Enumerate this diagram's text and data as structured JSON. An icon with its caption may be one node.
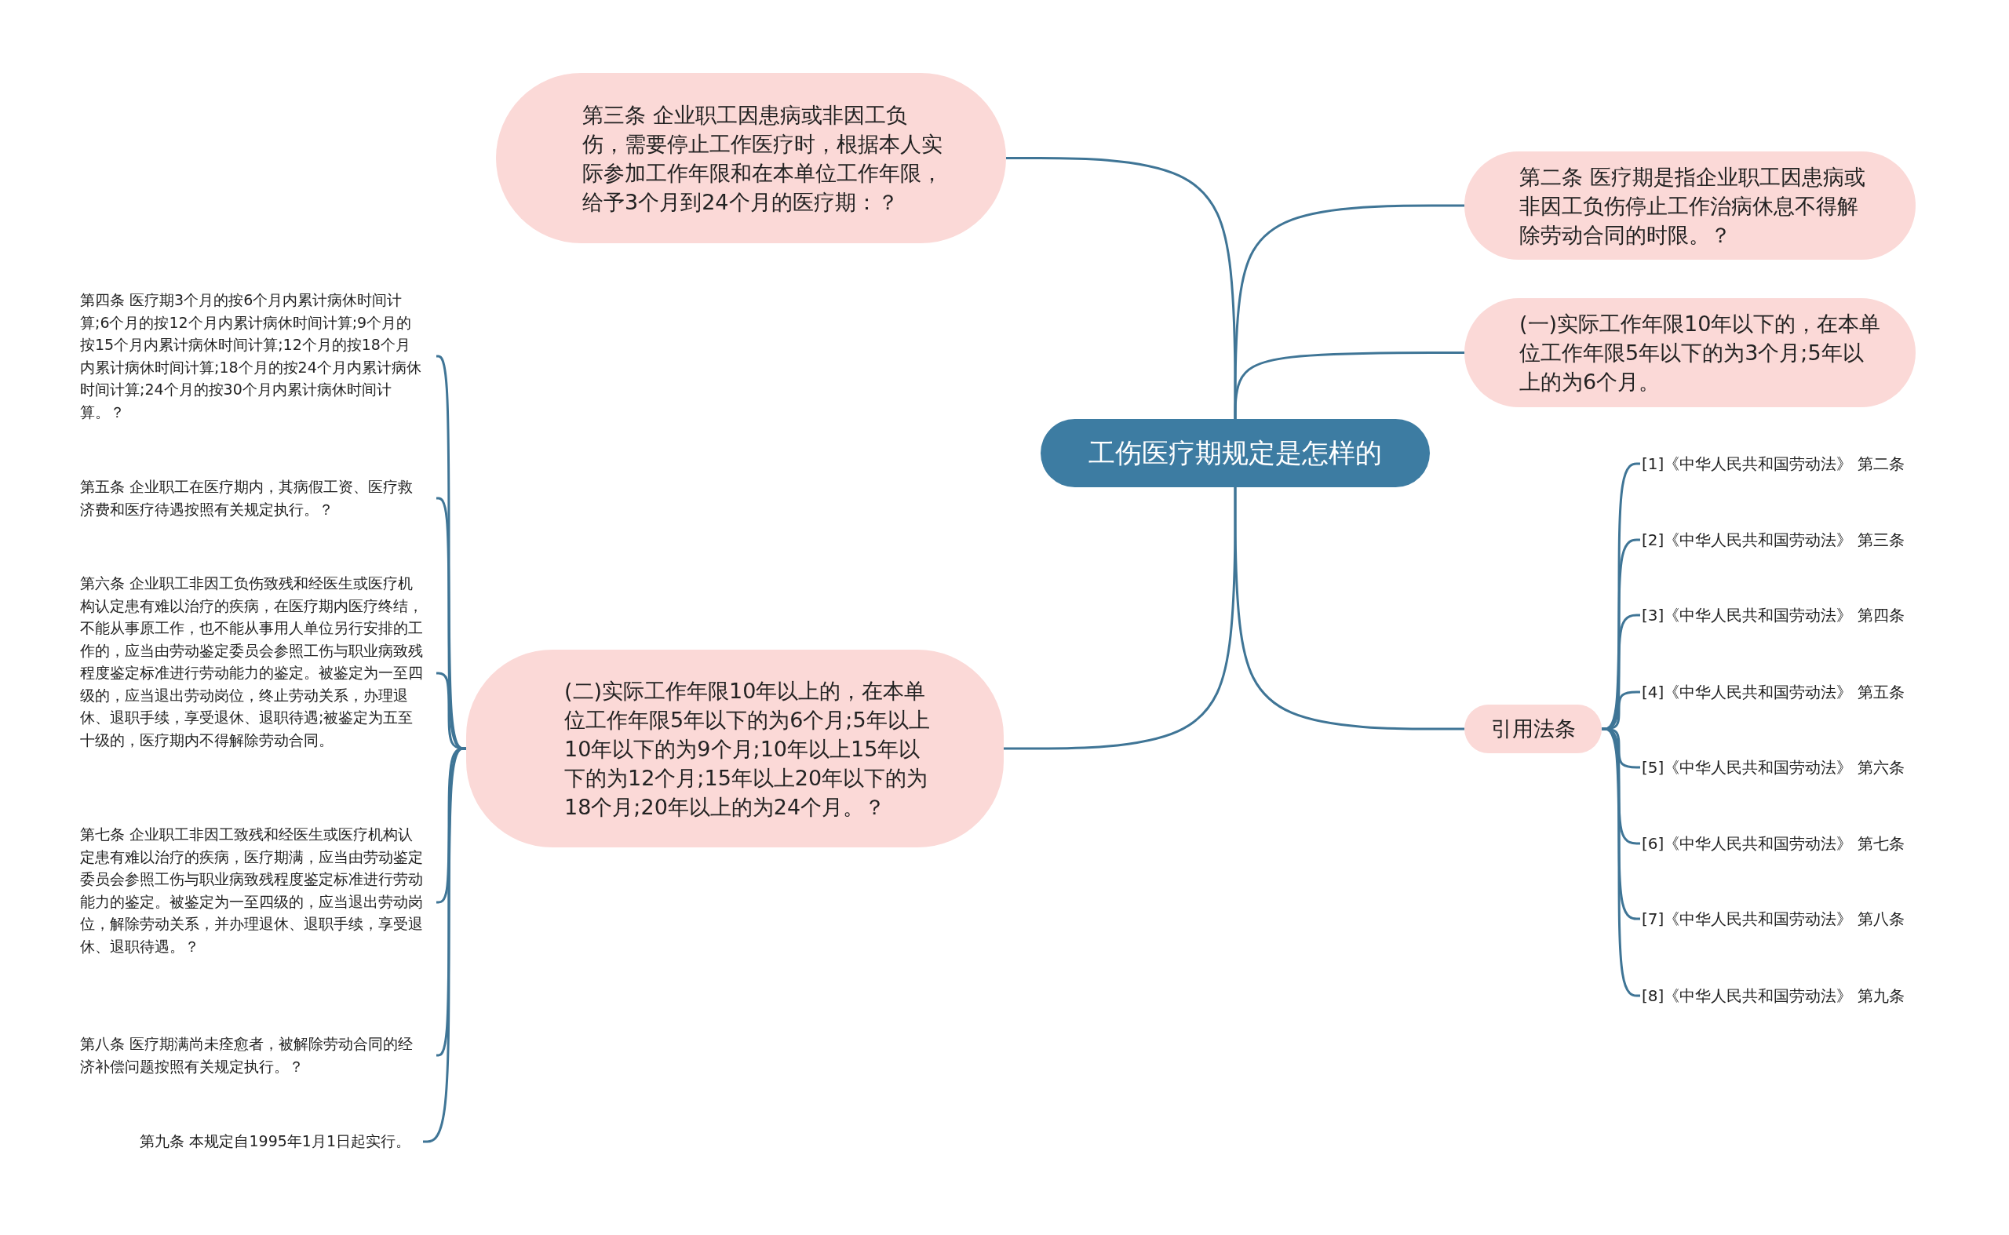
{
  "diagram": {
    "nodes": [
      {
        "text": [
          "工伤医疗期规定是怎样的"
        ]
      },
      {
        "text": [
          "第三条 企业职工因患病或非因工负伤，需要停止工作医疗时，根据本人实际参加工作年限和在本单位工作年限，给予3个月到24个月的医疗期：？"
        ]
      },
      {
        "text": [
          "(二)实际工作年限10年以上的，在本单位工作年限5年以下的为6个月;5年以上10年以下的为9个月;10年以上15年以下的为12个月;15年以上20年以下的为18个月;20年以上的为24个月。？"
        ]
      },
      {
        "text": [
          "第四条 医疗期3个月的按6个月内累计病休时间计算;6个月的按12个月内累计病休时间计算;9个月的按15个月内累计病休时间计算;12个月的按18个月内累计病休时间计算;18个月的按24个月内累计病休时间计算;24个月的按30个月内累计病休时间计算。？"
        ]
      },
      {
        "text": [
          "第五条 企业职工在医疗期内，其病假工资、医疗救济费和医疗待遇按照有关规定执行。？"
        ]
      },
      {
        "text": [
          "第六条 企业职工非因工负伤致残和经医生或医疗机构认定患有难以治疗的疾病，在医疗期内医疗终结，不能从事原工作，也不能从事用人单位另行安排的工作的，应当由劳动鉴定委员会参照工伤与职业病致残程度鉴定标准进行劳动能力的鉴定。被鉴定为一至四级的，应当退出劳动岗位，终止劳动关系，办理退休、退职手续，享受退休、退职待遇;被鉴定为五至十级的，医疗期内不得解除劳动合同。"
        ]
      },
      {
        "text": [
          "第七条 企业职工非因工致残和经医生或医疗机构认定患有难以治疗的疾病，医疗期满，应当由劳动鉴定委员会参照工伤与职业病致残程度鉴定标准进行劳动能力的鉴定。被鉴定为一至四级的，应当退出劳动岗位，解除劳动关系，并办理退休、退职手续，享受退休、退职待遇。？"
        ]
      },
      {
        "text": [
          "第八条 医疗期满尚未痊愈者，被解除劳动合同的经济补偿问题按照有关规定执行。？"
        ]
      },
      {
        "text": [
          "第九条 本规定自1995年1月1日起实行。"
        ]
      },
      {
        "text": [
          "第二条 医疗期是指企业职工因患病或非因工负伤停止工作治病休息不得解除劳动合同的时限。？"
        ]
      },
      {
        "text": [
          "(一)实际工作年限10年以下的，在本单位工作年限5年以下的为3个月;5年以上的为6个月。"
        ]
      },
      {
        "text": [
          "引用法条"
        ]
      },
      {
        "text": [
          "[1]《中华人民共和国劳动法》 第二条"
        ]
      },
      {
        "text": [
          "[2]《中华人民共和国劳动法》 第三条"
        ]
      },
      {
        "text": [
          "[3]《中华人民共和国劳动法》 第四条"
        ]
      },
      {
        "text": [
          "[4]《中华人民共和国劳动法》 第五条"
        ]
      },
      {
        "text": [
          "[5]《中华人民共和国劳动法》 第六条"
        ]
      },
      {
        "text": [
          "[6]《中华人民共和国劳动法》 第七条"
        ]
      },
      {
        "text": [
          "[7]《中华人民共和国劳动法》 第八条"
        ]
      },
      {
        "text": [
          "[8]《中华人民共和国劳动法》 第九条"
        ]
      }
    ],
    "edges": [
      {
        "from": 0,
        "to": 1,
        "arrow": "none"
      },
      {
        "from": 0,
        "to": 2,
        "arrow": "none"
      },
      {
        "from": 2,
        "to": 3,
        "arrow": "none"
      },
      {
        "from": 2,
        "to": 4,
        "arrow": "none"
      },
      {
        "from": 2,
        "to": 5,
        "arrow": "none"
      },
      {
        "from": 2,
        "to": 6,
        "arrow": "none"
      },
      {
        "from": 2,
        "to": 7,
        "arrow": "none"
      },
      {
        "from": 2,
        "to": 8,
        "arrow": "none"
      },
      {
        "from": 0,
        "to": 9,
        "arrow": "none"
      },
      {
        "from": 0,
        "to": 10,
        "arrow": "none"
      },
      {
        "from": 0,
        "to": 11,
        "arrow": "none"
      },
      {
        "from": 11,
        "to": 12,
        "arrow": "none"
      },
      {
        "from": 11,
        "to": 13,
        "arrow": "none"
      },
      {
        "from": 11,
        "to": 14,
        "arrow": "none"
      },
      {
        "from": 11,
        "to": 15,
        "arrow": "none"
      },
      {
        "from": 11,
        "to": 16,
        "arrow": "none"
      },
      {
        "from": 11,
        "to": 17,
        "arrow": "none"
      },
      {
        "from": 11,
        "to": 18,
        "arrow": "none"
      },
      {
        "from": 11,
        "to": 19,
        "arrow": "none"
      }
    ]
  }
}
